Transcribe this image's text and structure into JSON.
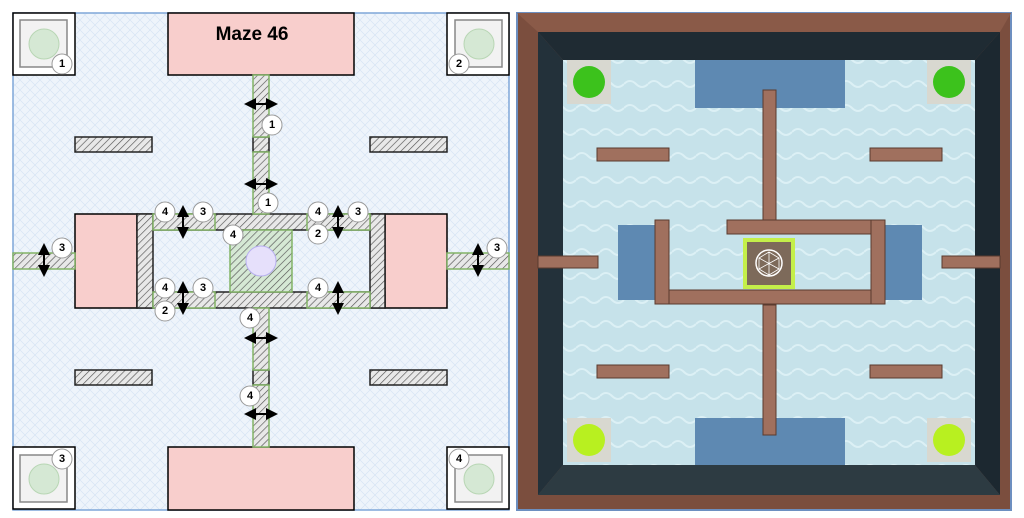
{
  "diagram": {
    "title": "Maze 46",
    "corner_labels": [
      "1",
      "2",
      "3",
      "4"
    ],
    "badges": [
      "1",
      "1",
      "4",
      "3",
      "4",
      "4",
      "3",
      "2",
      "3",
      "3",
      "4",
      "3",
      "2",
      "4",
      "4",
      "4"
    ]
  },
  "colors": {
    "pink": "#f8cecc",
    "floor": "#eaf2fb",
    "green_edge": "#82b366",
    "render_wall": "#9a6a5a",
    "render_floor": "#c9e4ec",
    "render_pad": "#5a86b0",
    "target_green": "#8fd62a"
  }
}
